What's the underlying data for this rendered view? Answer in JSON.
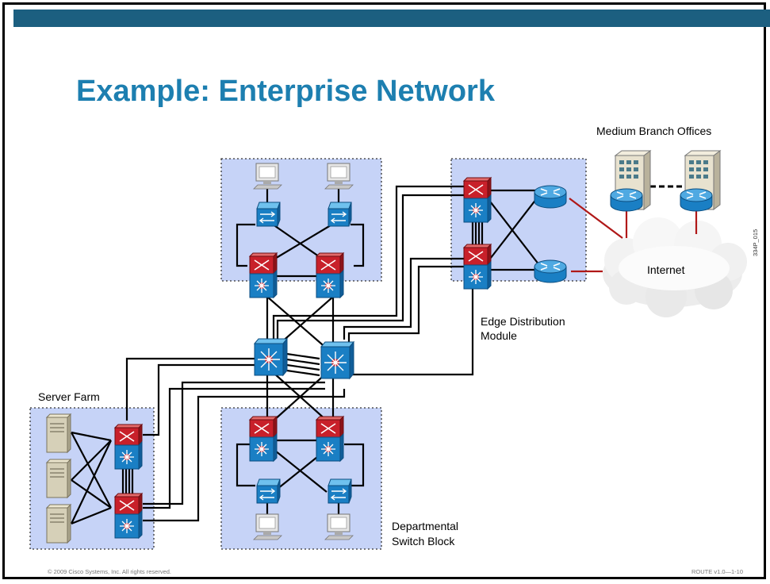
{
  "slide": {
    "title": "Example: Enterprise Network",
    "colors": {
      "accent_bar": "#1c5f80",
      "title": "#1d7fb0",
      "link_black": "#000000",
      "link_red": "#b01818",
      "zone_fill": "#c6d3f7",
      "device_blue": "#1a7fc4",
      "router_blue": "#2a8fd8"
    }
  },
  "labels": {
    "medium_branch": "Medium Branch Offices",
    "internet": "Internet",
    "edge_line1": "Edge Distribution",
    "edge_line2": "Module",
    "server_farm": "Server Farm",
    "dept_line1": "Departmental",
    "dept_line2": "Switch Block",
    "slide_code": "334P_015"
  },
  "footer": {
    "copyright": "© 2009 Cisco Systems, Inc. All rights reserved.",
    "course": "ROUTE v1.0—1-10"
  },
  "icons": [
    "workstation-icon",
    "access-switch-icon",
    "multilayer-switch-icon",
    "core-switch-icon",
    "router-icon",
    "server-icon",
    "building-icon",
    "cloud-icon"
  ]
}
